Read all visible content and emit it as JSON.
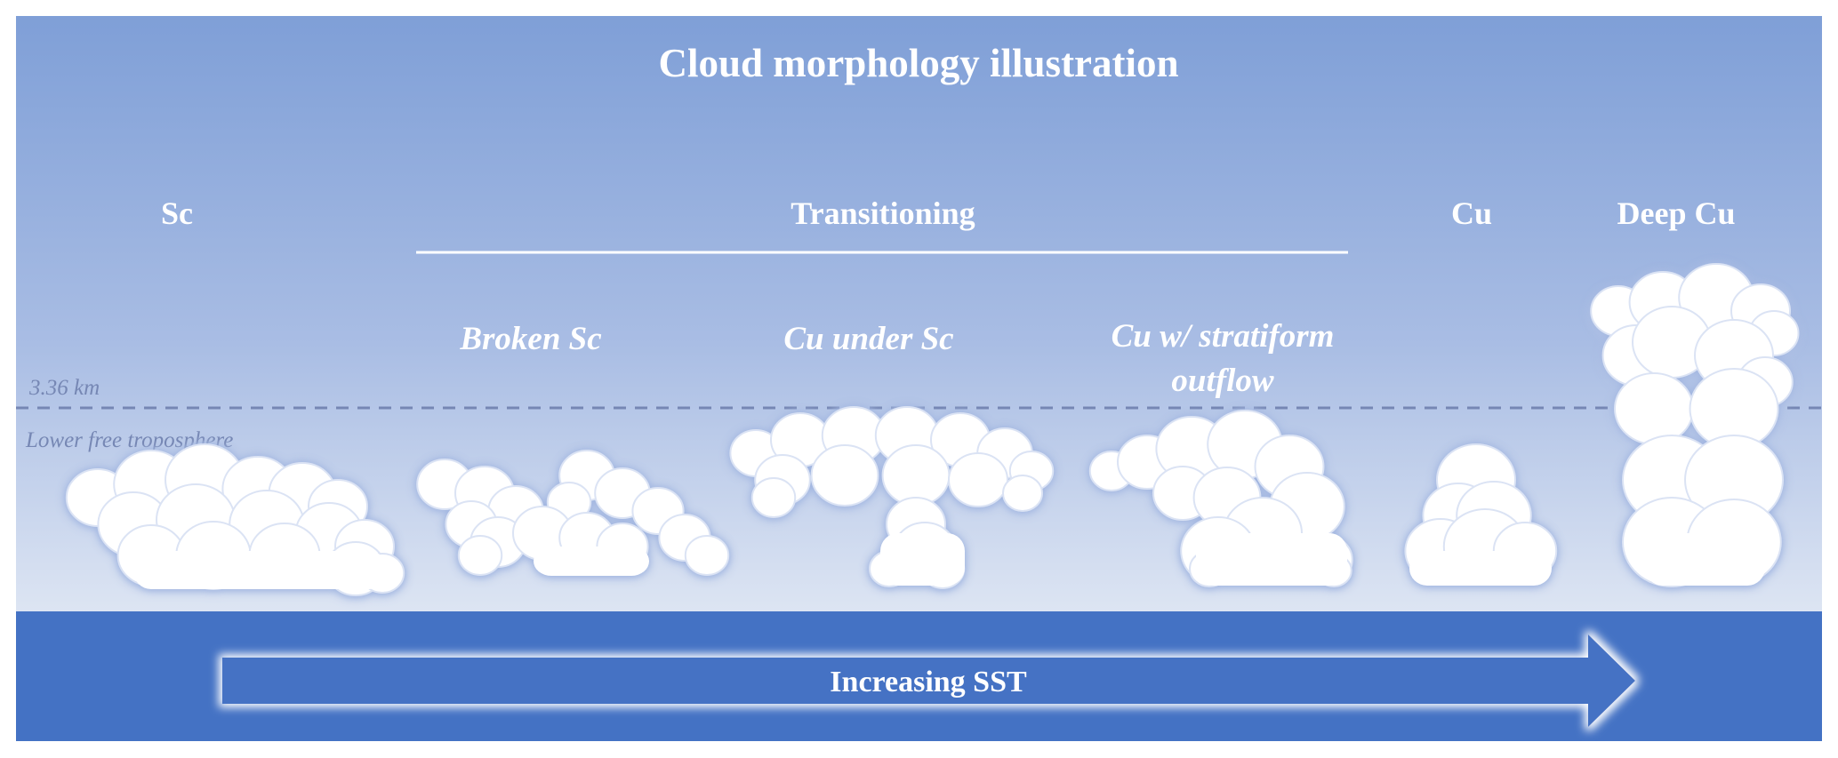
{
  "title": "Cloud morphology illustration",
  "categories": {
    "sc": "Sc",
    "transitioning": "Transitioning",
    "cu": "Cu",
    "deep_cu": "Deep Cu"
  },
  "subcategories": {
    "broken_sc": "Broken Sc",
    "cu_under_sc": "Cu under Sc",
    "cu_stratiform_line1": "Cu w/ stratiform",
    "cu_stratiform_line2": "outflow"
  },
  "height_marker": {
    "label": "3.36 km",
    "region_label": "Lower free troposphere"
  },
  "arrow": {
    "label": "Increasing SST"
  },
  "colors": {
    "sky_top": "#7f9fd7",
    "sky_bottom": "#dde5f3",
    "ocean": "#4472c4",
    "text": "#ffffff",
    "marker": "#7687b4"
  }
}
